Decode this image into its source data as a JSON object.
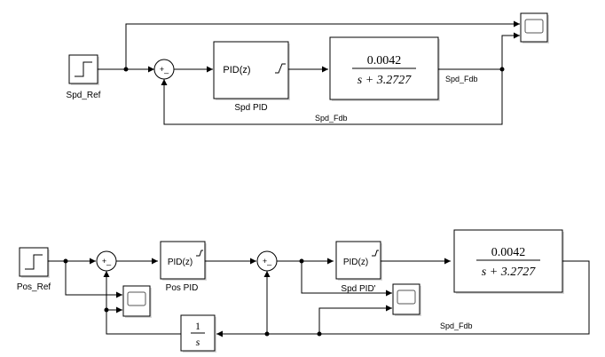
{
  "top": {
    "source_label": "Spd_Ref",
    "sum_signs": "+_",
    "pid_text": "PID(z)",
    "pid_label": "Spd PID",
    "tf_numerator": "0.0042",
    "tf_denominator": "s + 3.2727",
    "output_signal_label": "Spd_Fdb",
    "feedback_label": "Spd_Fdb"
  },
  "bottom": {
    "source_label": "Pos_Ref",
    "sum1_signs": "+_",
    "pos_pid_text": "PID(z)",
    "pos_pid_label": "Pos PID",
    "sum2_signs": "+_",
    "spd_pid_text": "PID(z)",
    "spd_pid_label": "Spd PID'",
    "tf_numerator": "0.0042",
    "tf_denominator": "s + 3.2727",
    "integrator_numerator": "1",
    "integrator_denominator": "s",
    "feedback_label": "Spd_Fdb"
  }
}
